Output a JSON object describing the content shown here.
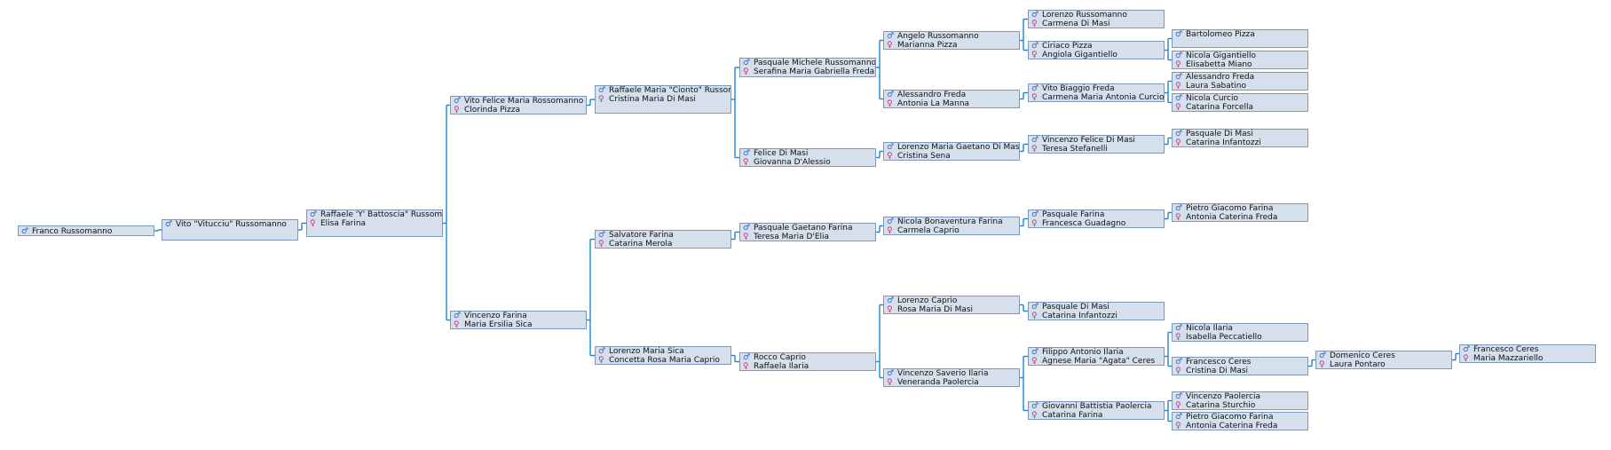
{
  "symbols": {
    "male": "♂",
    "female": "♀"
  },
  "colors": {
    "box_fill": "#d5e0ec",
    "box_border": "#7f98b8",
    "connector": "#1a85d6",
    "male": "#2c67c8",
    "female": "#c4327e"
  },
  "people": [
    {
      "id": "p0",
      "father": "Franco Russomanno",
      "mother": ""
    },
    {
      "id": "p1",
      "father": "Vito \"Vitucciu\" Russomanno",
      "mother": ""
    },
    {
      "id": "p2",
      "father": "Raffaele 'Y' Battoscia\" Russomanno",
      "mother": "Elisa Farina"
    },
    {
      "id": "p3",
      "father": "Vito Felice Maria Rossomanno",
      "mother": "Clorinda Pizza"
    },
    {
      "id": "p4",
      "father": "Vincenzo Farina",
      "mother": "Maria Ersilia Sica"
    },
    {
      "id": "p5",
      "father": "Raffaele Maria \"Cionto\" Russomanno",
      "mother": "Cristina Maria Di Masi"
    },
    {
      "id": "p6",
      "father": "Salvatore Farina",
      "mother": "Catarina Merola"
    },
    {
      "id": "p7",
      "father": "Lorenzo Maria Sica",
      "mother": "Concetta Rosa Maria Caprio"
    },
    {
      "id": "p8",
      "father": "Pasquale Michele Russomanno",
      "mother": "Serafina Maria Gabriella Freda"
    },
    {
      "id": "p9",
      "father": "Felice Di Masi",
      "mother": "Giovanna D'Alessio"
    },
    {
      "id": "p10",
      "father": "Pasquale Gaetano Farina",
      "mother": "Teresa Maria D'Elia"
    },
    {
      "id": "p11",
      "father": "Rocco Caprio",
      "mother": "Raffaela Ilaria"
    },
    {
      "id": "p12",
      "father": "Angelo Russomanno",
      "mother": "Marianna Pizza"
    },
    {
      "id": "p13",
      "father": "Alessandro Freda",
      "mother": "Antonia La Manna"
    },
    {
      "id": "p14",
      "father": "Lorenzo Maria Gaetano Di Masi",
      "mother": "Cristina Sena"
    },
    {
      "id": "p15",
      "father": "Nicola Bonaventura Farina",
      "mother": "Carmela Caprio"
    },
    {
      "id": "p16",
      "father": "Lorenzo Caprio",
      "mother": "Rosa Maria Di Masi"
    },
    {
      "id": "p17",
      "father": "Vincenzo Saverio Ilaria",
      "mother": "Veneranda Paolercia"
    },
    {
      "id": "p18",
      "father": "Lorenzo Russomanno",
      "mother": "Carmena Di Masi"
    },
    {
      "id": "p19",
      "father": "Ciriaco Pizza",
      "mother": "Angiola Gigantiello"
    },
    {
      "id": "p20",
      "father": "Vito Biaggio Freda",
      "mother": "Carmena Maria Antonia Curcio"
    },
    {
      "id": "p21",
      "father": "Vincenzo Felice Di Masi",
      "mother": "Teresa Stefanelli"
    },
    {
      "id": "p22",
      "father": "Pasquale Farina",
      "mother": "Francesca Guadagno"
    },
    {
      "id": "p23",
      "father": "Pasquale Di Masi",
      "mother": "Catarina Infantozzi"
    },
    {
      "id": "p24",
      "father": "Filippo Antonio Ilaria",
      "mother": "Agnese Maria \"Agata\" Ceres"
    },
    {
      "id": "p25",
      "father": "Giovanni Battistia Paolercia",
      "mother": "Catarina Farina"
    },
    {
      "id": "p26",
      "father": "Bartolomeo Pizza",
      "mother": ""
    },
    {
      "id": "p27",
      "father": "Nicola Gigantiello",
      "mother": "Elisabetta Miano"
    },
    {
      "id": "p28",
      "father": "Alessandro Freda",
      "mother": "Laura Sabatino"
    },
    {
      "id": "p29",
      "father": "Nicola Curcio",
      "mother": "Catarina Forcella"
    },
    {
      "id": "p30",
      "father": "Pasquale Di Masi",
      "mother": "Catarina Infantozzi"
    },
    {
      "id": "p31",
      "father": "Pietro Giacomo Farina",
      "mother": "Antonia Caterina Freda"
    },
    {
      "id": "p32",
      "father": "Nicola Ilaria",
      "mother": "Isabella Peccatiello"
    },
    {
      "id": "p33",
      "father": "Francesco Ceres",
      "mother": "Cristina Di Masi"
    },
    {
      "id": "p34",
      "father": "Vincenzo Paolercia",
      "mother": "Catarina Sturchio"
    },
    {
      "id": "p35",
      "father": "Pietro Giacomo Farina",
      "mother": "Antonia Caterina Freda"
    },
    {
      "id": "p36",
      "father": "Domenico Ceres",
      "mother": "Laura Pontaro"
    },
    {
      "id": "p37",
      "father": "Francesco Ceres",
      "mother": "Maria Mazzariello"
    }
  ]
}
